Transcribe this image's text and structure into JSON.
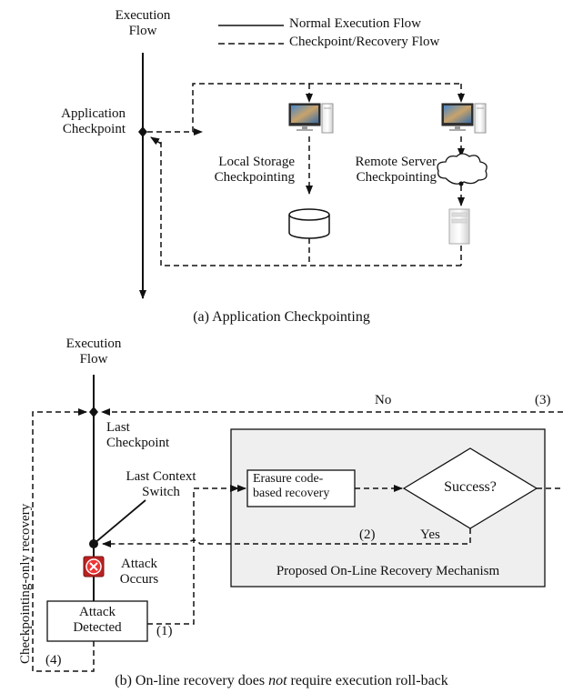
{
  "legend": {
    "normal": "Normal Execution Flow",
    "checkpoint": "Checkpoint/Recovery Flow"
  },
  "panel_a": {
    "execution_flow": [
      "Execution",
      "Flow"
    ],
    "app_checkpoint": [
      "Application",
      "Checkpoint"
    ],
    "local_storage": [
      "Local Storage",
      "Checkpointing"
    ],
    "remote_server": [
      "Remote Server",
      "Checkpointing"
    ],
    "caption": "(a) Application Checkpointing"
  },
  "panel_b": {
    "execution_flow": [
      "Execution",
      "Flow"
    ],
    "no_label": "No",
    "label_3": "(3)",
    "last_checkpoint": [
      "Last",
      "Checkpoint"
    ],
    "last_context_switch": [
      "Last Context",
      "Switch"
    ],
    "erasure_box": [
      "Erasure code-",
      "based recovery"
    ],
    "success": "Success?",
    "label_2": "(2)",
    "yes_label": "Yes",
    "attack_occurs": [
      "Attack",
      "Occurs"
    ],
    "proposed": "Proposed On-Line Recovery Mechanism",
    "attack_detected": [
      "Attack",
      "Detected"
    ],
    "label_1": "(1)",
    "label_4": "(4)",
    "checkpointing_only": "Checkpointing-only recovery",
    "caption_before": "(b) On-line recovery does ",
    "caption_em": "not",
    "caption_after": " require execution roll-back"
  }
}
